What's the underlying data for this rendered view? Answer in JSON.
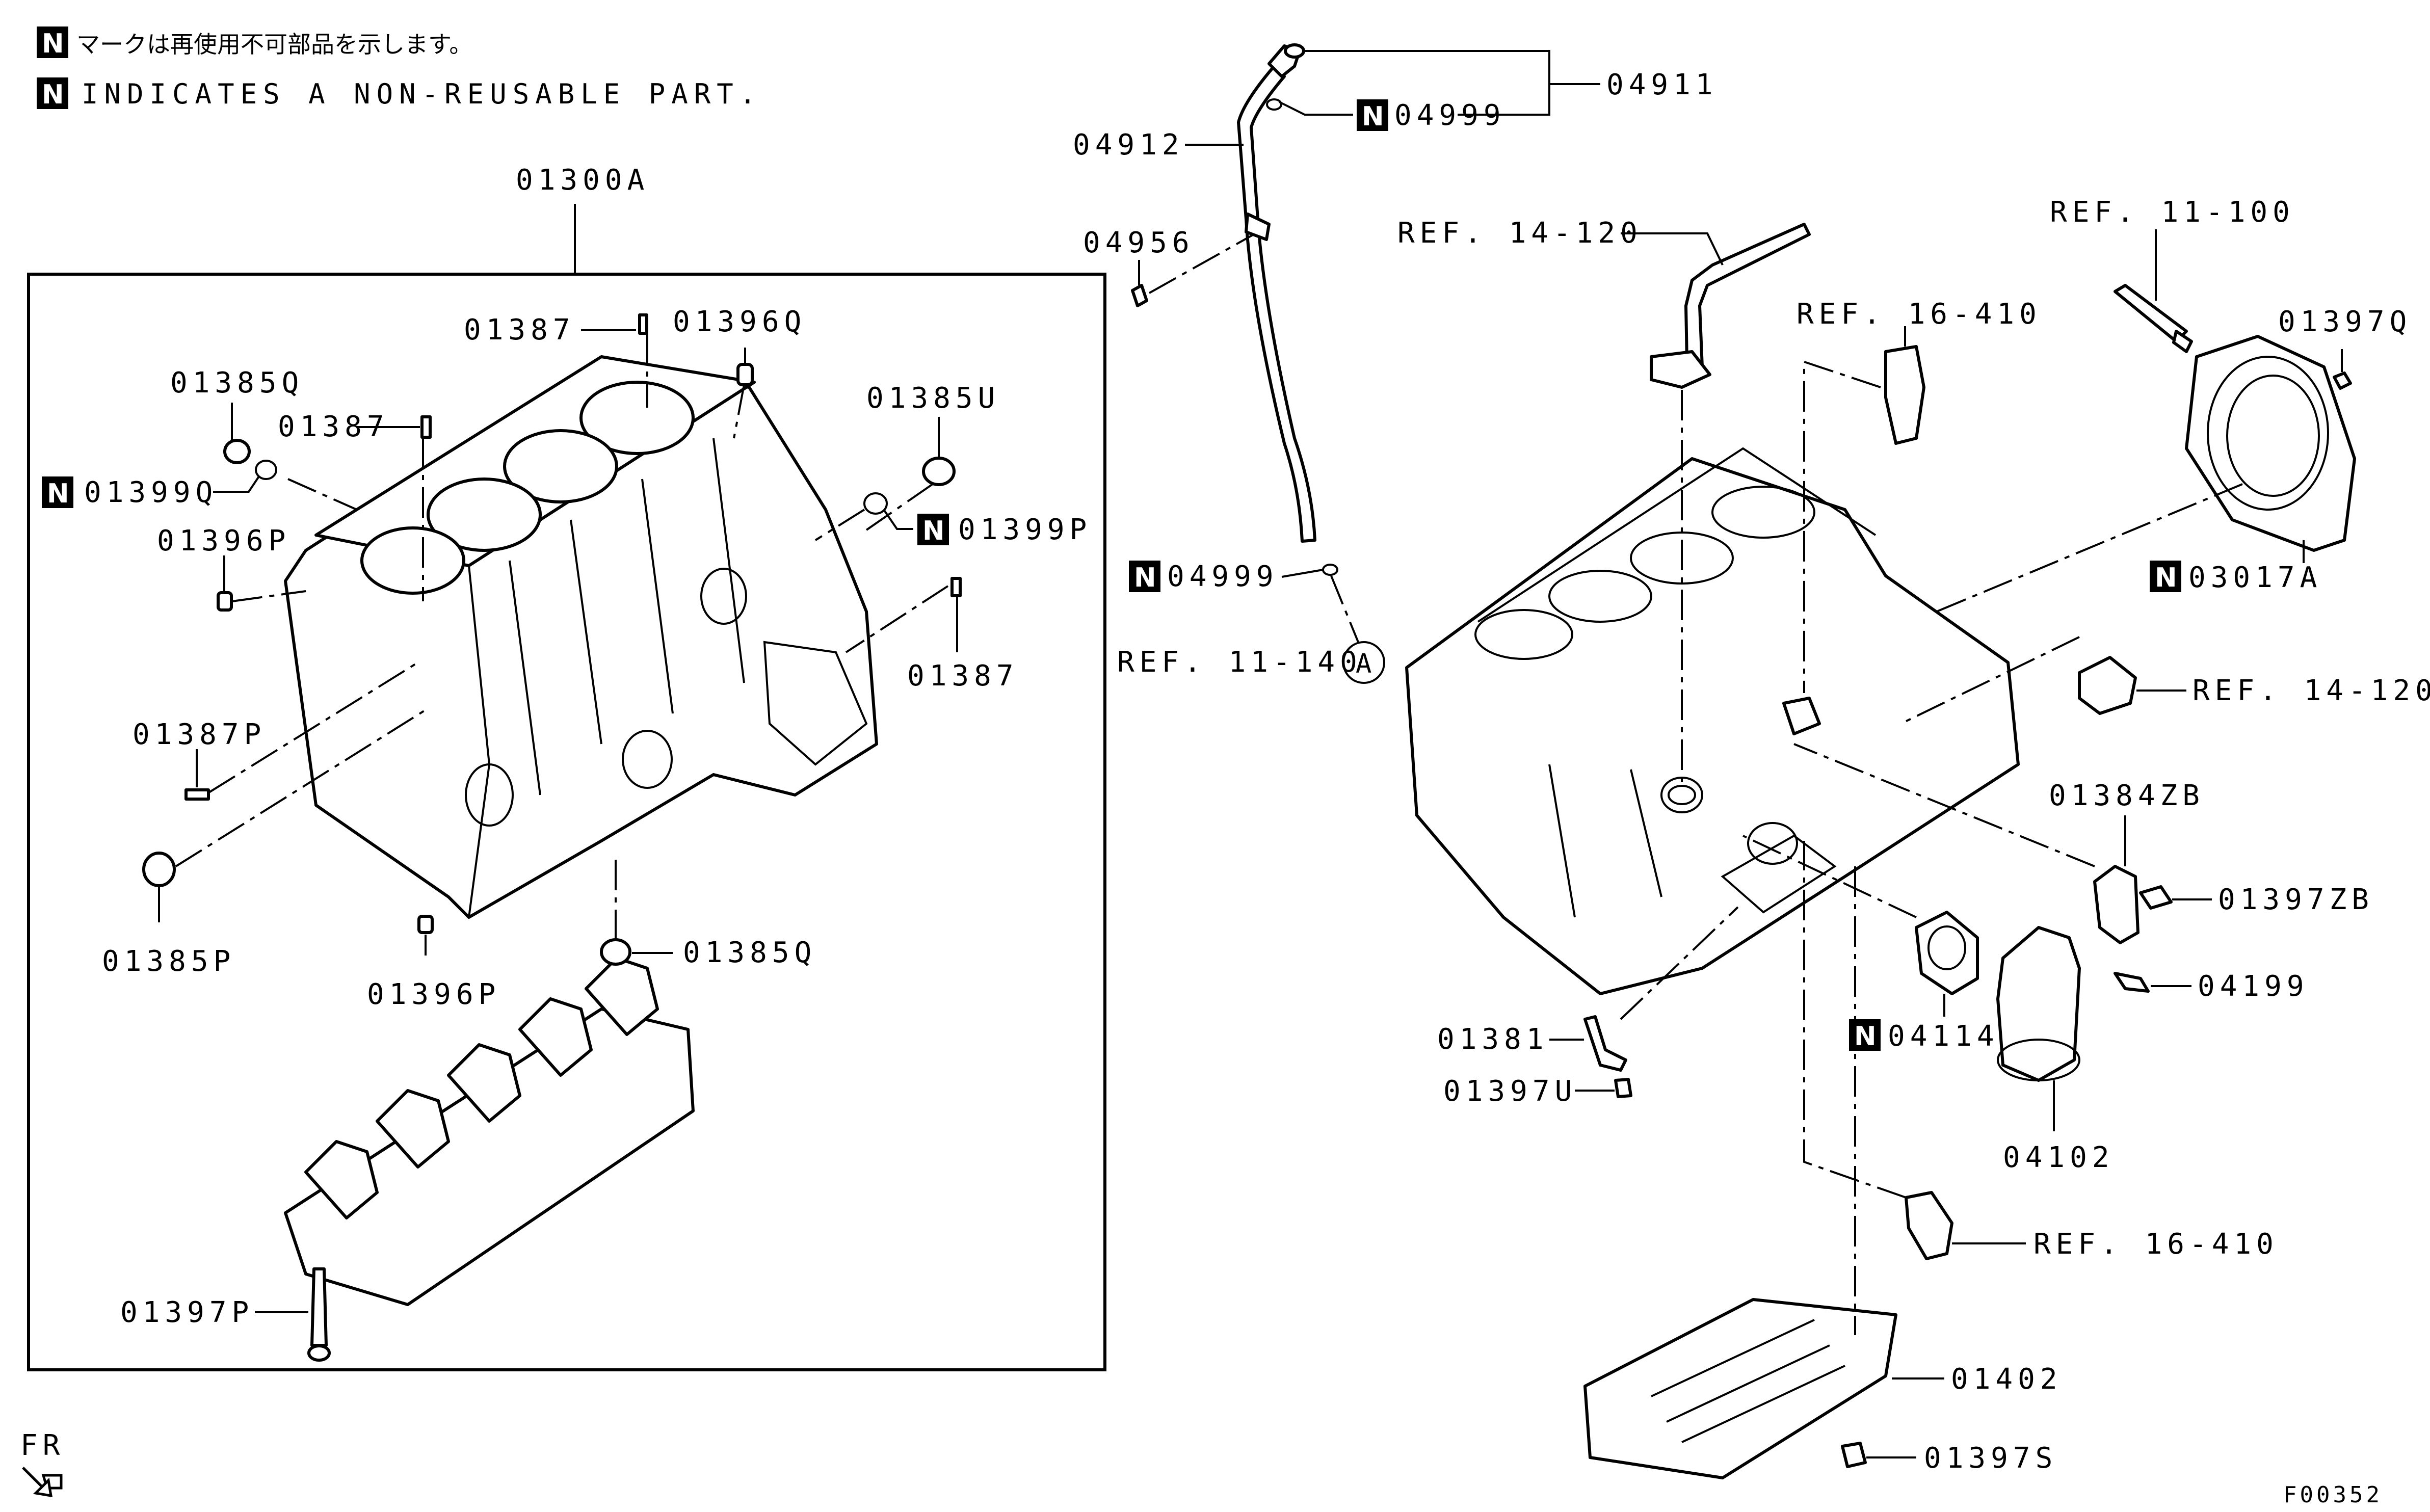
{
  "notes": {
    "badge": "N",
    "jp": "マークは再使用不可部品を示します。",
    "en": "INDICATES A NON-REUSABLE PART."
  },
  "labels": {
    "p01300A": "01300A",
    "p01387_top": "01387",
    "p01396Q": "01396Q",
    "p01385Q_left": "01385Q",
    "p01387_mid": "01387",
    "p01385U": "01385U",
    "p01399Q": "01399Q",
    "p01399P": "01399P",
    "p01396P_left": "01396P",
    "p01387_right": "01387",
    "p01387P": "01387P",
    "p01385P": "01385P",
    "p01396P_bottom": "01396P",
    "p01385Q_bottom": "01385Q",
    "p01397P": "01397P",
    "p04912": "04912",
    "p04911": "04911",
    "p04999_top": "04999",
    "p04956": "04956",
    "p04999_mid": "04999",
    "ref_11_140": "REF. 11-140",
    "circle_a": "A",
    "ref_14_120_top": "REF. 14-120",
    "ref_16_410_top": "REF. 16-410",
    "ref_11_100": "REF. 11-100",
    "p01397Q": "01397Q",
    "p03017A": "03017A",
    "ref_14_120_right": "REF. 14-120",
    "p01384ZB": "01384ZB",
    "p01397ZB": "01397ZB",
    "p04199": "04199",
    "p01381": "01381",
    "p01397U": "01397U",
    "p04114": "04114",
    "p04102": "04102",
    "ref_16_410_bottom": "REF. 16-410",
    "p01402": "01402",
    "p01397S": "01397S",
    "fr": "FR",
    "figure_code": "F00352"
  }
}
